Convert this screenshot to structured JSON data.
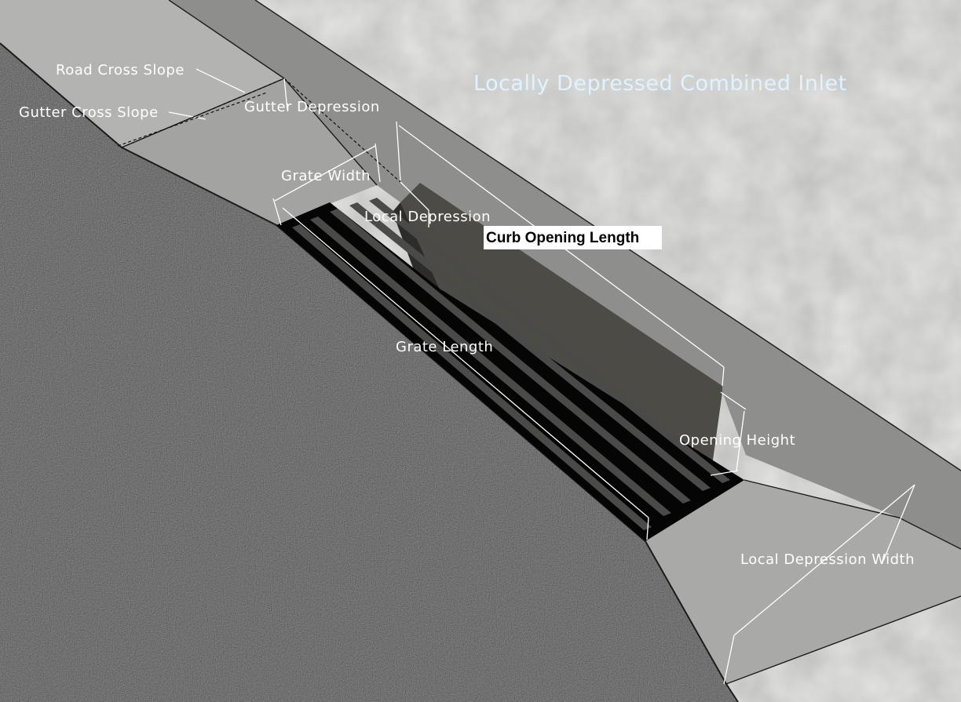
{
  "title": "Locally Depressed Combined Inlet",
  "labels": {
    "road_cross_slope": "Road Cross Slope",
    "gutter_cross_slope": "Gutter Cross Slope",
    "gutter_depression": "Gutter Depression",
    "grate_width": "Grate Width",
    "local_depression": "Local Depression",
    "curb_opening_length": "Curb Opening Length",
    "grate_length": "Grate Length",
    "opening_height": "Opening Height",
    "local_depression_width": "Local Depression Width"
  },
  "colors": {
    "title": "#dff3ff",
    "annotation": "#ffffff",
    "asphalt": "#3e3e3e",
    "concrete": "#a8a8a6",
    "grate": "#050505",
    "grate_bar": "#4a4a48"
  }
}
